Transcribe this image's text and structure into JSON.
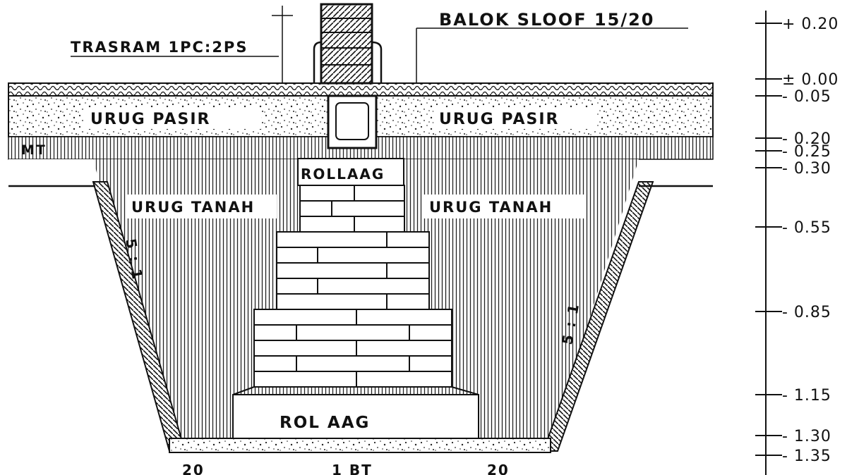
{
  "labels": {
    "balok_sloof": "BALOK SLOOF 15/20",
    "trasram": "TRASRAM 1PC:2PS",
    "urug_pasir_left": "URUG PASIR",
    "urug_pasir_right": "URUG PASIR",
    "mt": "MT",
    "rollaag_top": "ROLLAAG",
    "rollaag_bottom": "ROL AAG",
    "urug_tanah_left": "URUG TANAH",
    "urug_tanah_right": "URUG TANAH",
    "slope_left": "5 : 1",
    "slope_right": "5 : 1",
    "bottom_left": "20",
    "bottom_center": "1 BT",
    "bottom_right": "20"
  },
  "elevations": [
    "+ 0.20",
    "± 0.00",
    "- 0.05",
    "- 0.20",
    "- 0.25",
    "- 0.30",
    "- 0.55",
    "- 0.85",
    "- 1.15",
    "- 1.30",
    "- 1.35"
  ]
}
